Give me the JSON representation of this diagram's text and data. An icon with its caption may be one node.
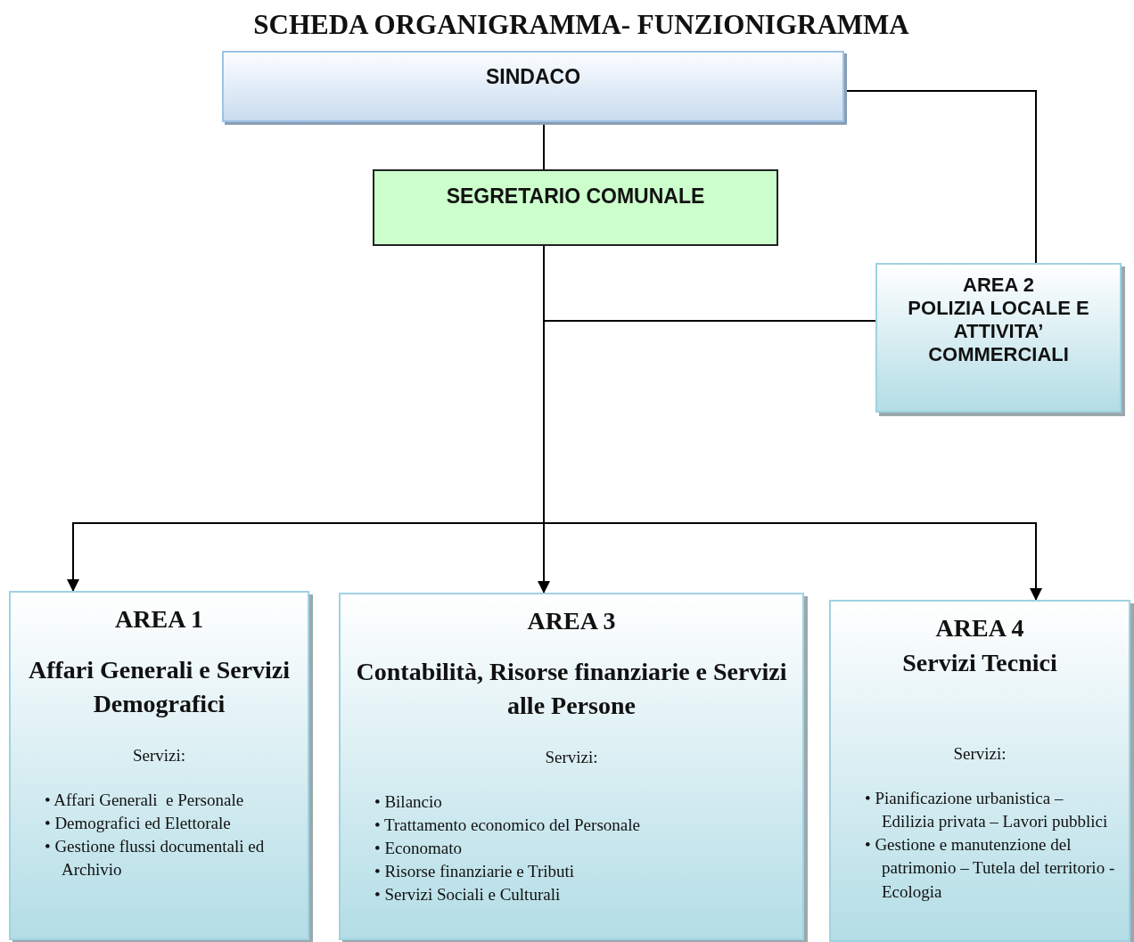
{
  "diagram": {
    "title": "SCHEDA ORGANIGRAMMA- FUNZIONIGRAMMA",
    "nodes": [
      {
        "text": [
          "SINDACO"
        ]
      },
      {
        "text": [
          "SEGRETARIO COMUNALE"
        ]
      },
      {
        "text": [
          "AREA 2",
          "POLIZIA LOCALE E ATTIVITA’ COMMERCIALI"
        ]
      },
      {
        "text": [
          "AREA 1",
          "Affari Generali e Servizi Demografici",
          "Servizi:",
          "• Affari Generali  e Personale",
          "• Demografici ed Elettorale",
          "• Gestione flussi documentali ed Archivio"
        ]
      },
      {
        "text": [
          "AREA 3",
          "Contabilità, Risorse finanziarie e Servizi alle Persone",
          "Servizi:",
          "• Bilancio",
          "• Trattamento economico del Personale",
          "• Economato",
          "• Risorse finanziarie e Tributi",
          "• Servizi Sociali e Culturali"
        ]
      },
      {
        "text": [
          "AREA 4",
          "Servizi Tecnici",
          "Servizi:",
          "• Pianificazione urbanistica – Edilizia privata – Lavori pubblici",
          "• Gestione e manutenzione del patrimonio – Tutela del territorio - Ecologia"
        ]
      }
    ],
    "edges": [
      {
        "from": 0,
        "to": 1,
        "arrow": "none"
      },
      {
        "from": 0,
        "to": 2,
        "arrow": "none"
      },
      {
        "from": 1,
        "to": 2,
        "arrow": "none"
      },
      {
        "from": 1,
        "to": 3,
        "arrow": "to"
      },
      {
        "from": 1,
        "to": 4,
        "arrow": "to"
      },
      {
        "from": 1,
        "to": 5,
        "arrow": "to"
      }
    ]
  }
}
